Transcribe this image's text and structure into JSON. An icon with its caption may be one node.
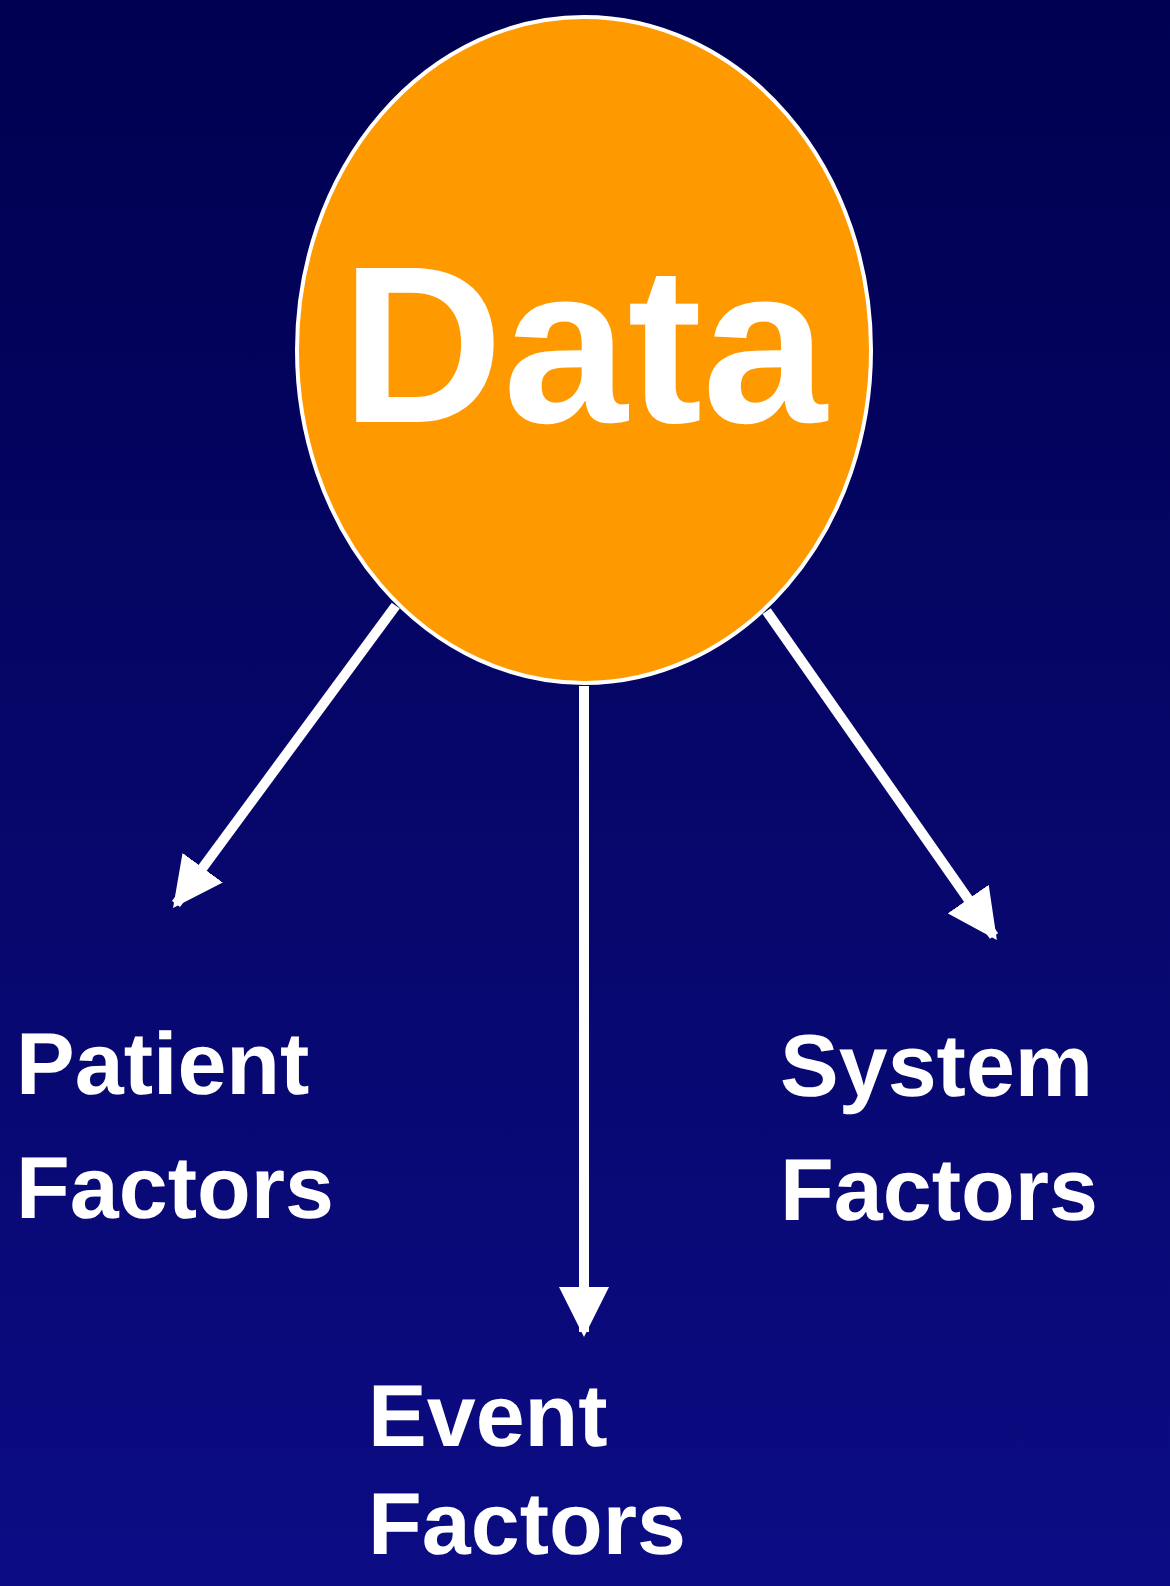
{
  "diagram": {
    "nodes": [
      {
        "text": [
          "Data"
        ]
      },
      {
        "text": [
          "Patient Factors"
        ]
      },
      {
        "text": [
          "System Factors"
        ]
      },
      {
        "text": [
          "Event Factors"
        ]
      }
    ],
    "edges": [
      {
        "from": 0,
        "to": 1,
        "arrow": "to"
      },
      {
        "from": 0,
        "to": 3,
        "arrow": "to"
      },
      {
        "from": 0,
        "to": 2,
        "arrow": "to"
      }
    ]
  }
}
